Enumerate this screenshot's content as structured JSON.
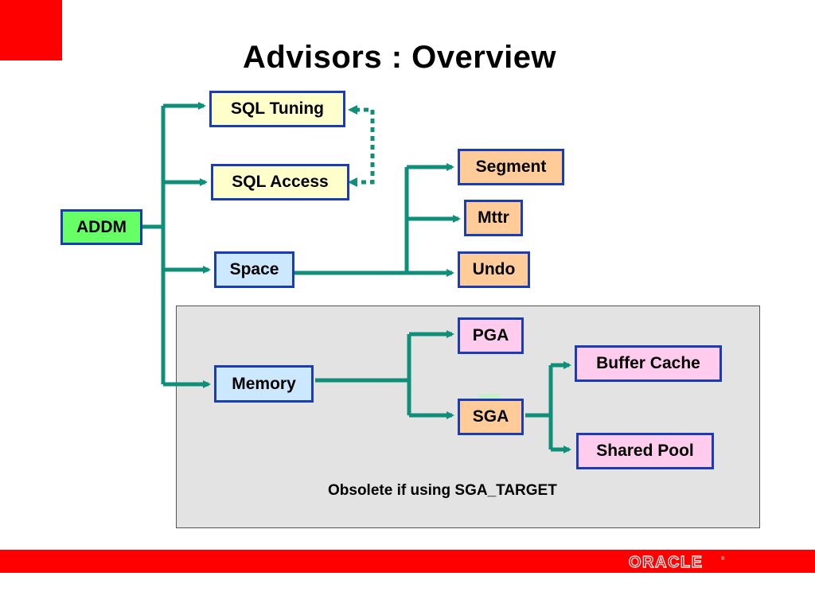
{
  "slide": {
    "title": "Advisors : Overview",
    "note": "Obsolete if using  SGA_TARGET",
    "logo_text": "ORACLE"
  },
  "nodes": {
    "addm": "ADDM",
    "sql_tuning": "SQL Tuning",
    "sql_access": "SQL Access",
    "space": "Space",
    "memory": "Memory",
    "segment": "Segment",
    "mttr": "Mttr",
    "undo": "Undo",
    "pga": "PGA",
    "sga": "SGA",
    "buffer_cache": "Buffer Cache",
    "shared_pool": "Shared Pool"
  },
  "colors": {
    "connector": "#0f8f7a",
    "node_border": "#1a3db5",
    "brand_red": "#ff0000",
    "panel": "#e3e3e3"
  }
}
